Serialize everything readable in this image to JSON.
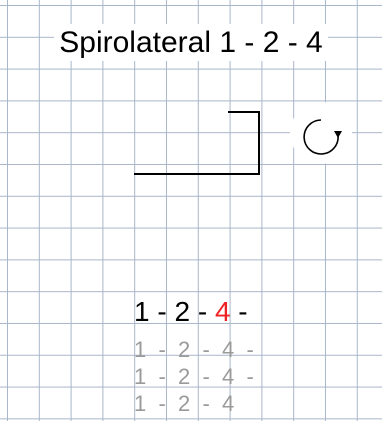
{
  "title": "Spirolateral 1 - 2 - 4",
  "sequence": {
    "parts": [
      "1",
      " - ",
      "2",
      " - ",
      "4",
      " -"
    ],
    "highlight_index": 4,
    "highlight_color": "#ee2222"
  },
  "ghost_rows": [
    "1  -  2  -  4  -",
    "1  -  2  -  4  -",
    "1  -  2  -  4"
  ],
  "colors": {
    "grid": "#a9b6c9",
    "ghost_text": "#9a9a9a"
  },
  "icons": {
    "rotate": "rotate-clockwise-icon"
  }
}
